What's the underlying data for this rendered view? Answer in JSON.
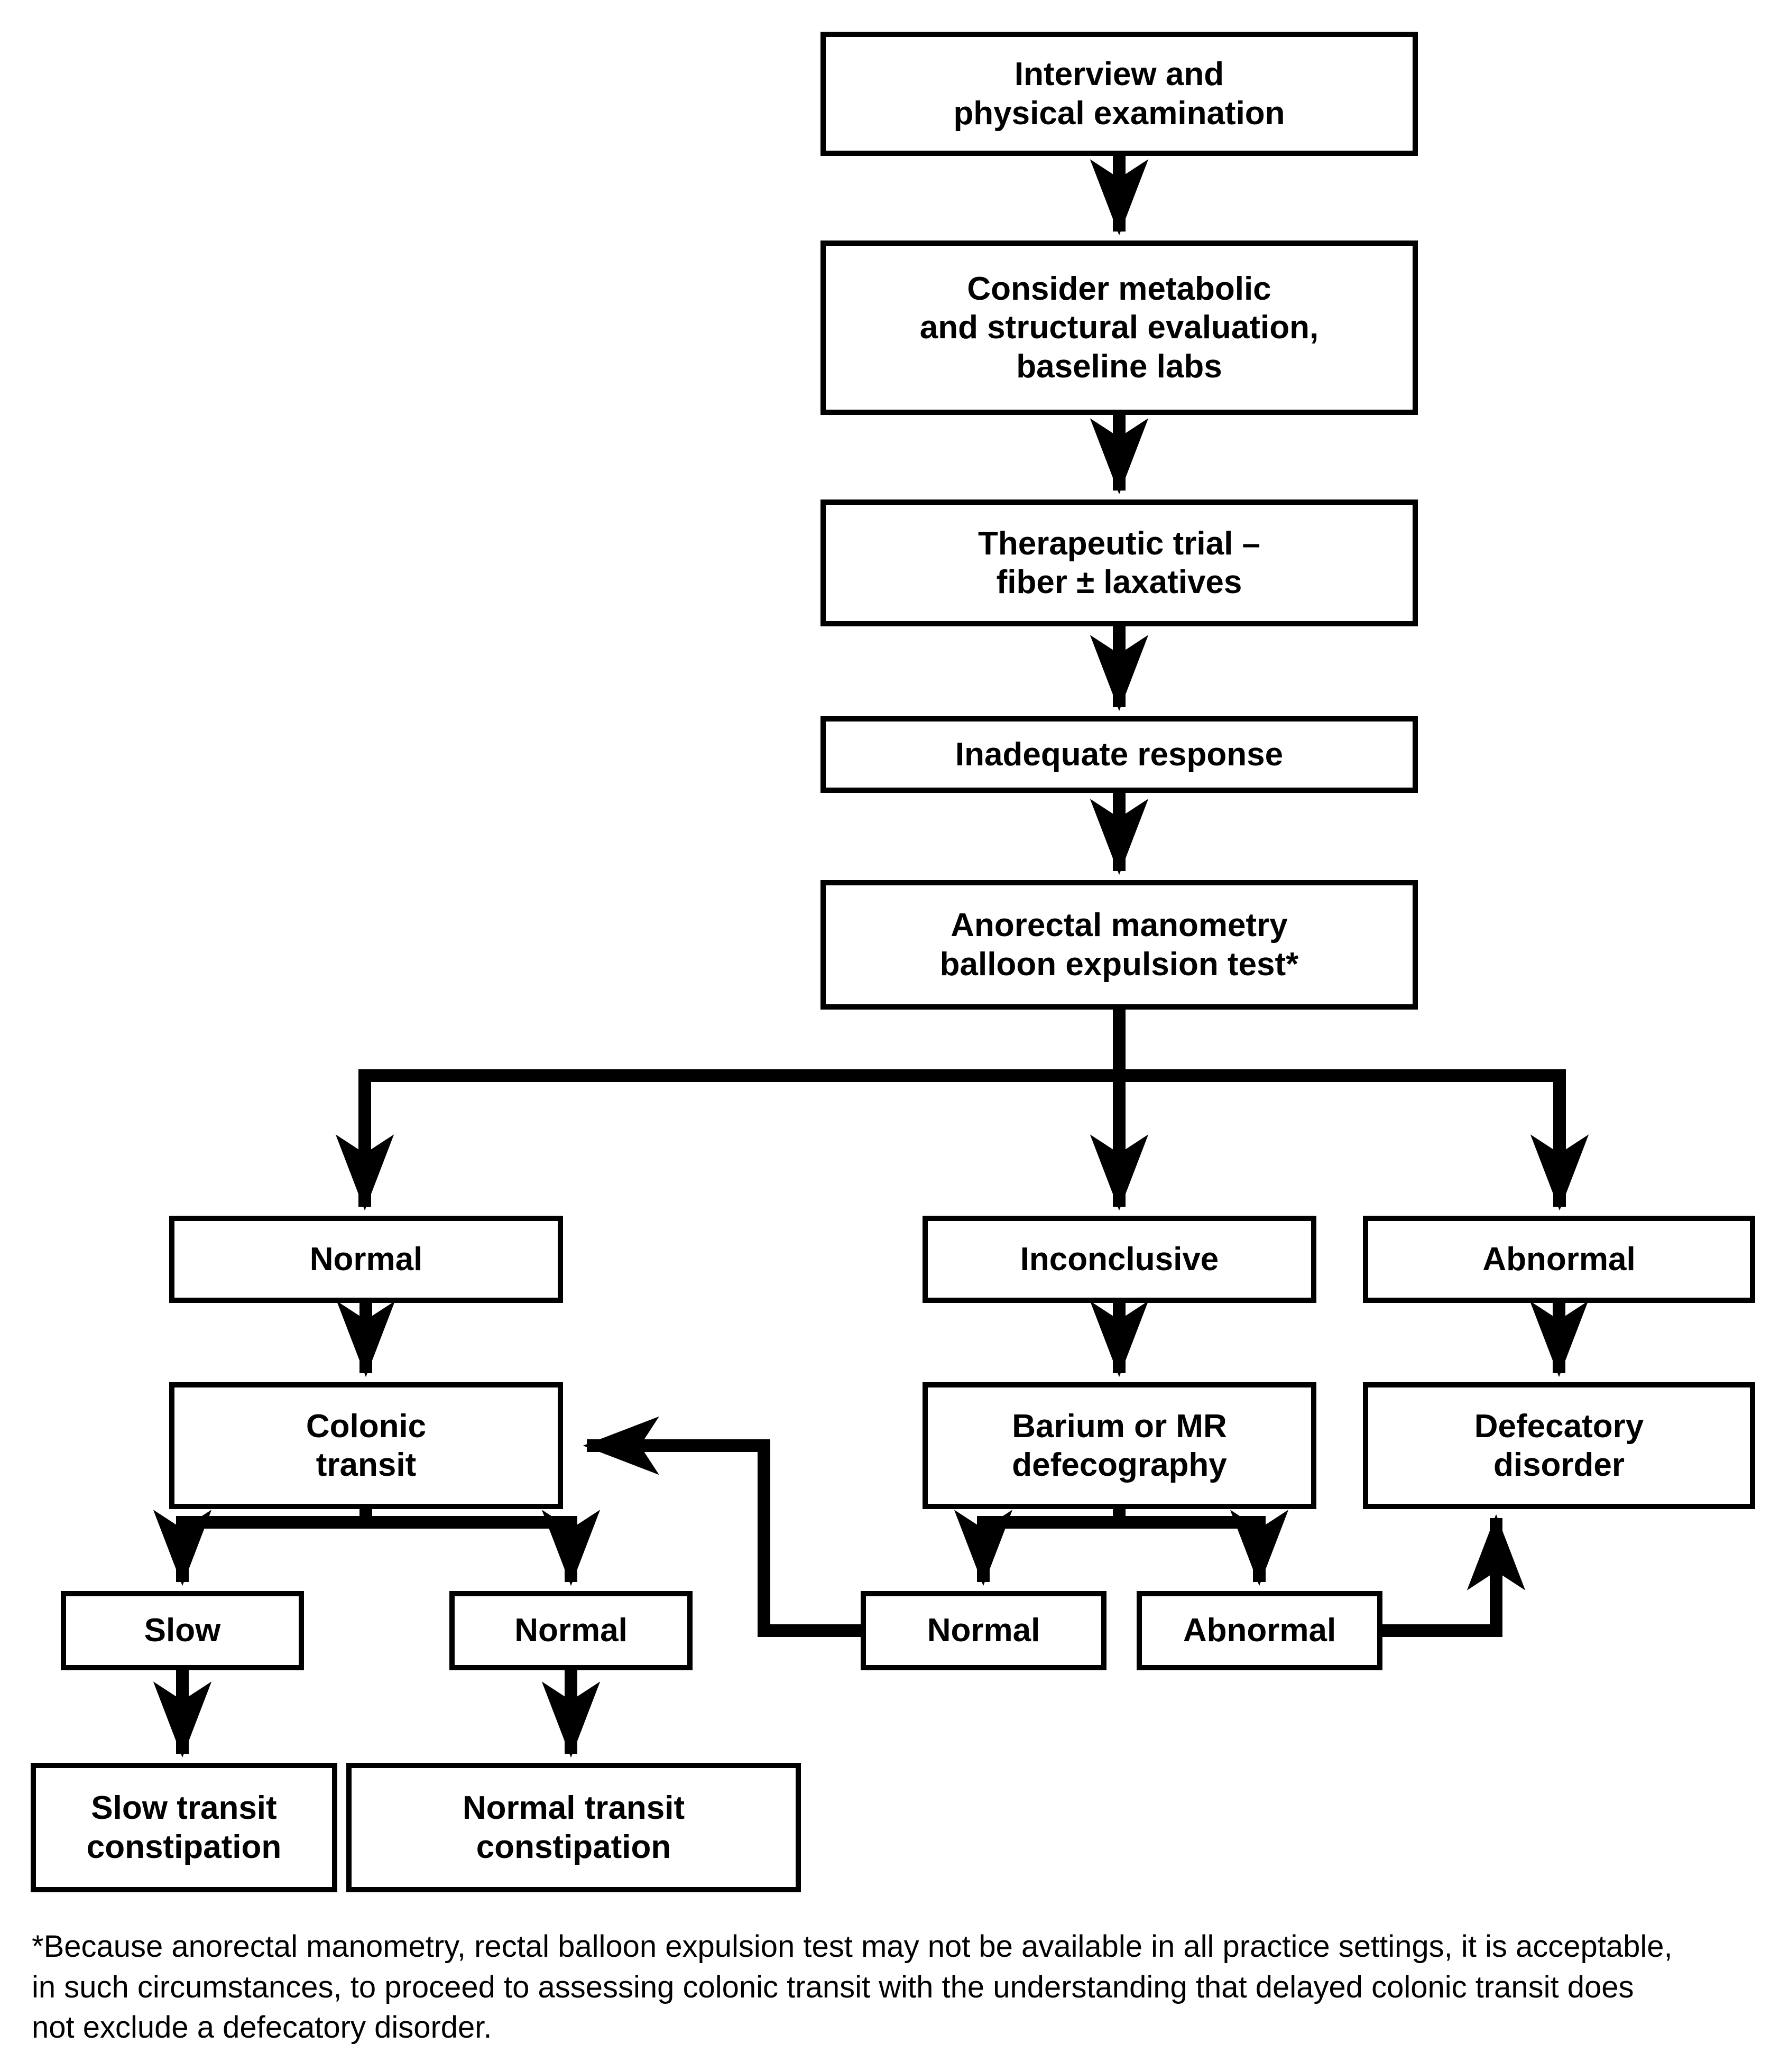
{
  "diagram": {
    "boxes": {
      "interview": {
        "line1": "Interview and",
        "line2": "physical examination"
      },
      "consider": {
        "line1": "Consider metabolic",
        "line2": "and structural evaluation,",
        "line3": "baseline labs"
      },
      "therapeutic": {
        "line1": "Therapeutic trial –",
        "line2": "fiber ± laxatives"
      },
      "inadequate": {
        "line1": "Inadequate response"
      },
      "anorectal": {
        "line1": "Anorectal manometry",
        "line2": "balloon expulsion test*"
      },
      "result_normal": {
        "line1": "Normal"
      },
      "result_inconclusive": {
        "line1": "Inconclusive"
      },
      "result_abnormal": {
        "line1": "Abnormal"
      },
      "colonic_transit": {
        "line1": "Colonic",
        "line2": "transit"
      },
      "defecography": {
        "line1": "Barium or MR",
        "line2": "defecography"
      },
      "defecatory_disorder": {
        "line1": "Defecatory",
        "line2": "disorder"
      },
      "colonic_slow": {
        "line1": "Slow"
      },
      "colonic_normal": {
        "line1": "Normal"
      },
      "defecography_normal": {
        "line1": "Normal"
      },
      "defecography_abnormal": {
        "line1": "Abnormal"
      },
      "slow_transit": {
        "line1": "Slow transit",
        "line2": "constipation"
      },
      "normal_transit": {
        "line1": "Normal transit",
        "line2": "constipation"
      }
    },
    "footnote": {
      "line1": "*Because anorectal manometry, rectal balloon expulsion test may not be available in all practice settings, it is acceptable,",
      "line2": "in such circumstances, to proceed to assessing colonic transit with the understanding that delayed colonic transit does",
      "line3": "not exclude a defecatory disorder."
    },
    "colors": {
      "background": "#ffffff",
      "box_bg": "#ffffff",
      "box_border": "#000000",
      "line": "#000000",
      "text": "#000000"
    }
  }
}
